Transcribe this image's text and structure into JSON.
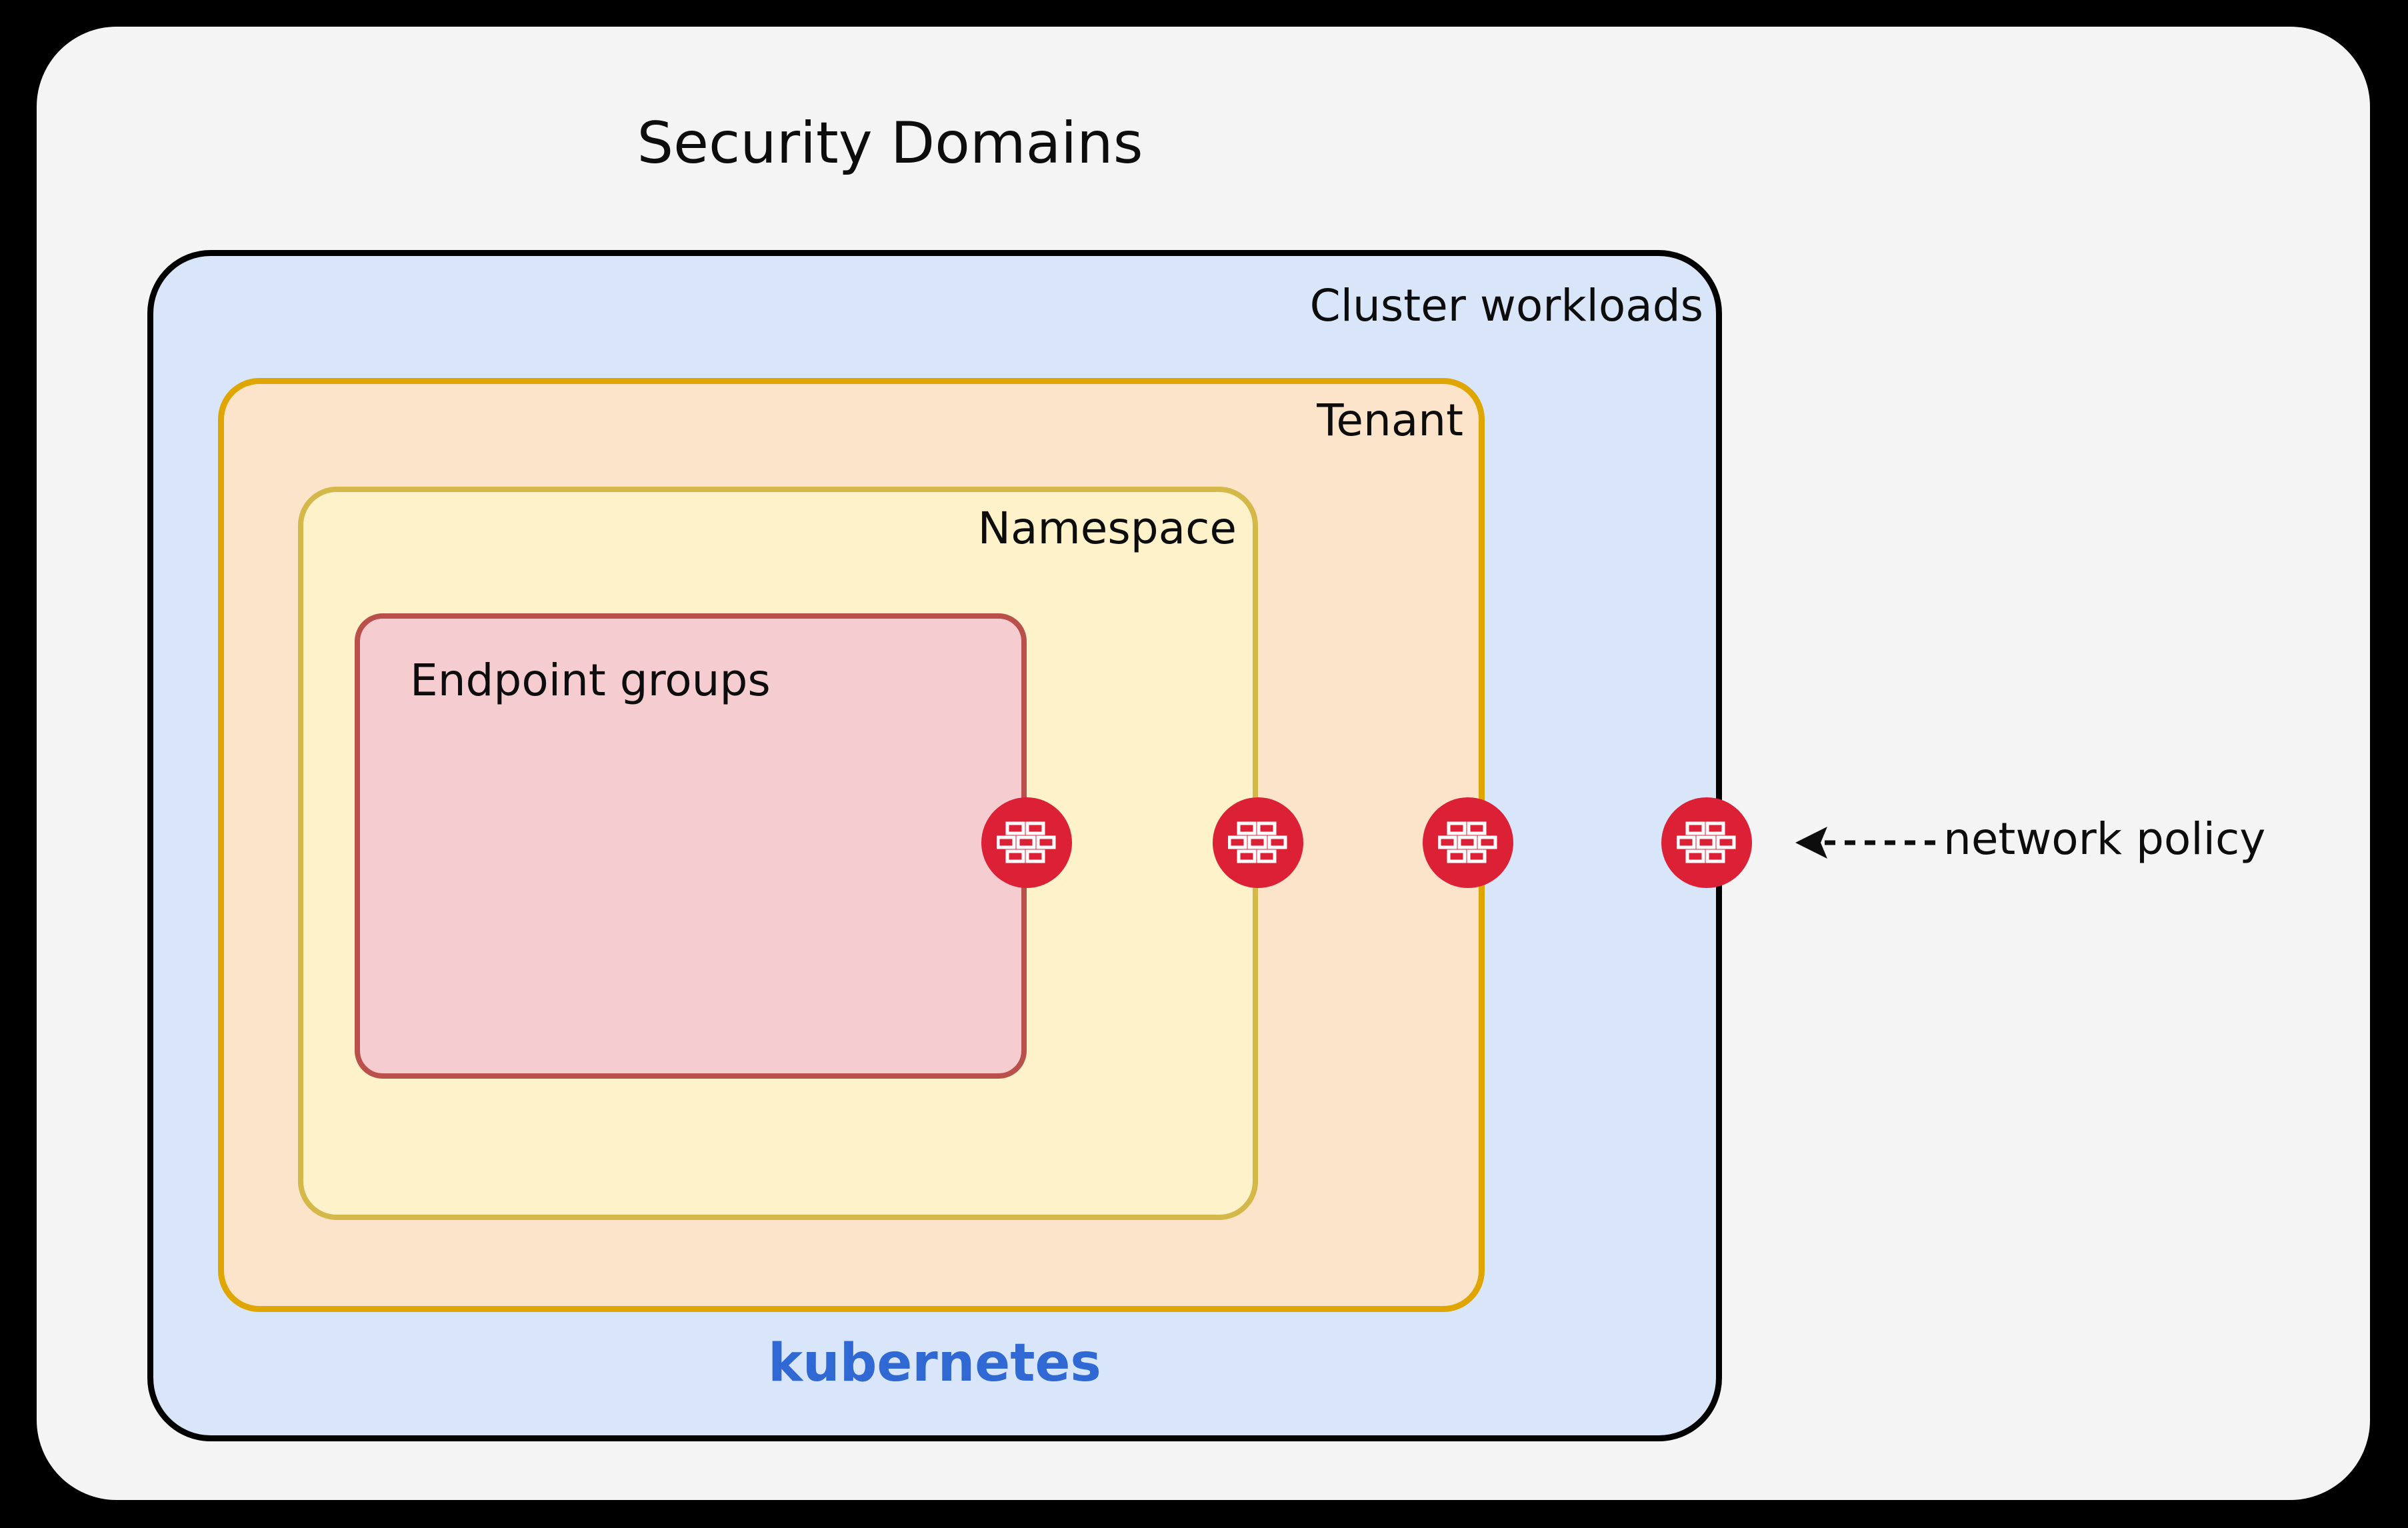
{
  "diagram": {
    "title": "Security Domains",
    "background_color": "#000000",
    "panel_color": "#f4f4f4",
    "boxes": [
      {
        "id": "cluster",
        "label": "Cluster workloads",
        "fill": "#d9e5f8",
        "border": "#000000"
      },
      {
        "id": "tenant",
        "label": "Tenant",
        "fill": "#fce4ca",
        "border": "#dfa500"
      },
      {
        "id": "namespace",
        "label": "Namespace",
        "fill": "#fdf2c9",
        "border": "#d4b84a"
      },
      {
        "id": "endpoint",
        "label": "Endpoint groups",
        "fill": "#f5cdd0",
        "border": "#b9504b"
      }
    ],
    "platform_label": {
      "text": "kubernetes",
      "color": "#3069d3"
    },
    "badges": [
      {
        "id": "endpoint",
        "icon": "firewall-icon",
        "color": "#dc2137"
      },
      {
        "id": "namespace",
        "icon": "firewall-icon",
        "color": "#dc2137"
      },
      {
        "id": "tenant",
        "icon": "firewall-icon",
        "color": "#dc2137"
      },
      {
        "id": "cluster",
        "icon": "firewall-icon",
        "color": "#dc2137"
      }
    ],
    "annotation": {
      "label": "network policy",
      "arrow": "dashed-left-arrow",
      "color": "#0d0d0d"
    }
  }
}
